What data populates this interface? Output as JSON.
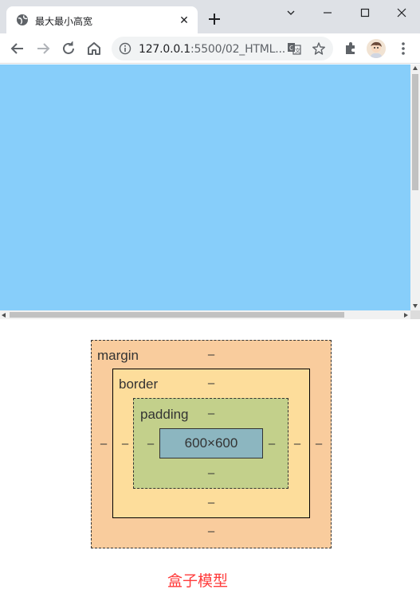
{
  "browser": {
    "tab": {
      "title": "最大最小高宽",
      "close_label": "✕"
    },
    "new_tab_label": "+",
    "address_bar": {
      "host": "127.0.0.1",
      "rest": ":5500/02_HTML..."
    }
  },
  "page": {
    "background_color": "#87cefa"
  },
  "box_model": {
    "margin_label": "margin",
    "border_label": "border",
    "padding_label": "padding",
    "content_size": "600×600",
    "dash": "–",
    "colors": {
      "margin": "#f9cc9d",
      "border": "#fddd9b",
      "padding": "#c3d08b",
      "content": "#8cb6c0"
    }
  },
  "caption": "盒子模型"
}
